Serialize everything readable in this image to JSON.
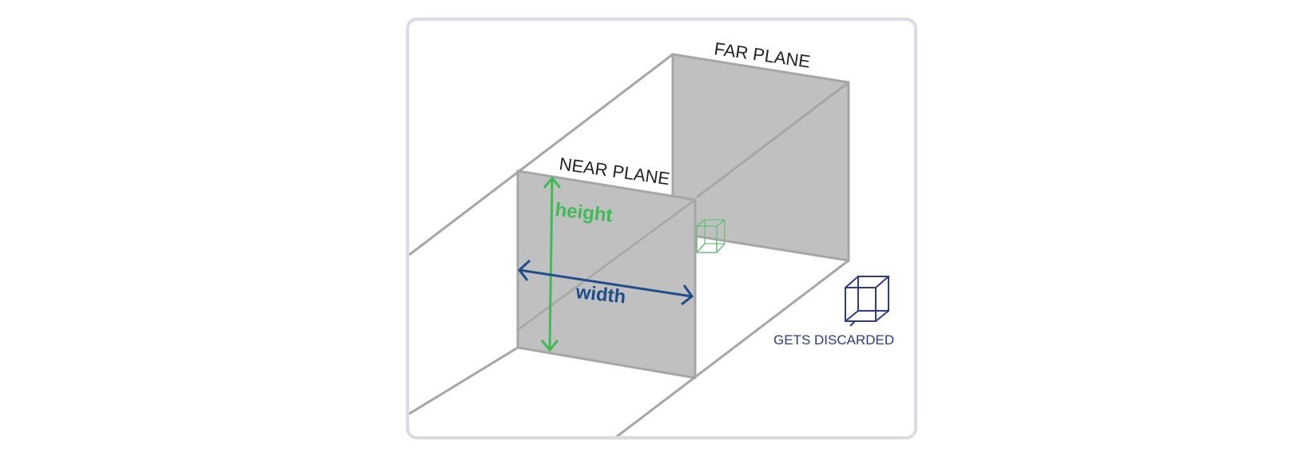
{
  "diagram": {
    "far_plane_label": "FAR PLANE",
    "near_plane_label": "NEAR PLANE",
    "height_label": "height",
    "width_label": "width",
    "discarded_label": "GETS DISCARDED",
    "colors": {
      "frame_border": "#d9dde2",
      "plane_fill": "#c0c0c0",
      "edge": "#a6a6a6",
      "height": "#3fba55",
      "width": "#1f4e8c",
      "discarded": "#2e3a8c",
      "text": "#222222"
    }
  }
}
